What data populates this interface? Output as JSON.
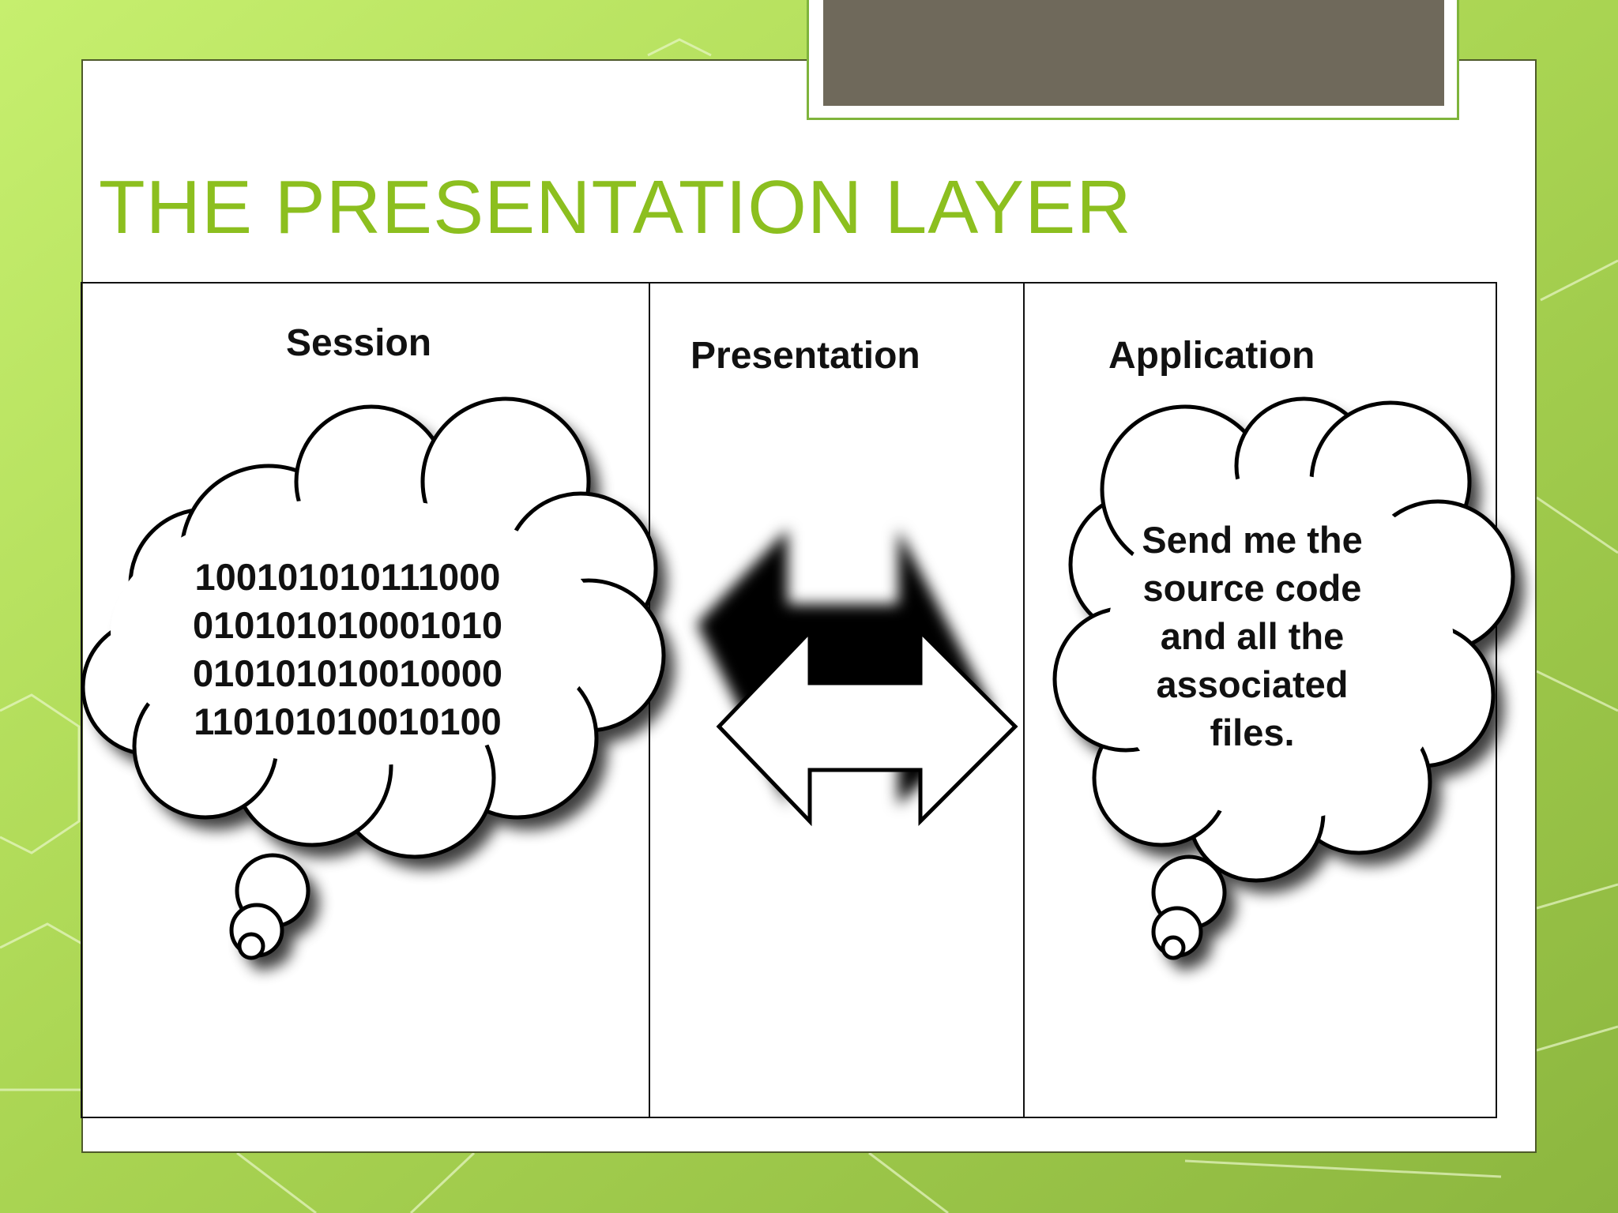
{
  "slide": {
    "title": "THE PRESENTATION LAYER"
  },
  "columns": {
    "session": "Session",
    "presentation": "Presentation",
    "application": "Application"
  },
  "session_bubble": {
    "lines": [
      "100101010111000",
      "010101010001010",
      "010101010010000",
      "110101010010100"
    ]
  },
  "application_bubble": {
    "lines": [
      "Send me the",
      "source code",
      "and all the",
      "associated",
      "files."
    ]
  },
  "arrow": {
    "icon": "double-headed-arrow-icon"
  },
  "colors": {
    "title": "#8cbf1f",
    "background": "#a9d451",
    "tab": "#6f695b"
  }
}
